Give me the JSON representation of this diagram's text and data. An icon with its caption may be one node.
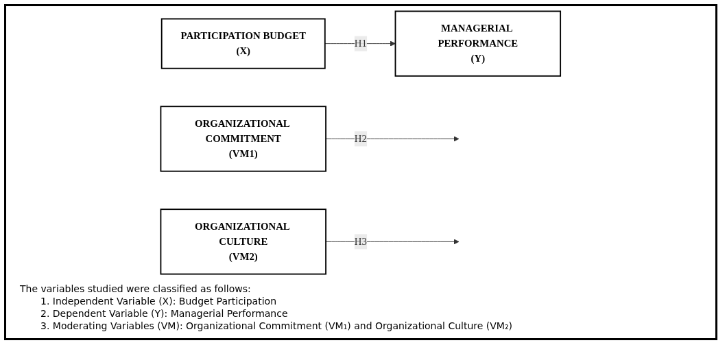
{
  "diagram": {
    "nodes": [
      {
        "text": [
          "PARTICIPATION BUDGET",
          "(X)"
        ]
      },
      {
        "text": [
          "MANAGERIAL PERFORMANCE",
          "(Y)"
        ]
      },
      {
        "text": [
          "ORGANIZATIONAL COMMITMENT",
          "(VM1)"
        ]
      },
      {
        "text": [
          "ORGANIZATIONAL CULTURE",
          "(VM2)"
        ]
      }
    ],
    "edges": [
      {
        "from": 0,
        "to": 1,
        "label": "H1",
        "arrow": "to"
      },
      {
        "from": 2,
        "to": null,
        "label": "H2",
        "arrow": "to"
      },
      {
        "from": 3,
        "to": null,
        "label": "H3",
        "arrow": "to"
      }
    ],
    "labels": [
      "The variables studied were classified as follows:",
      "1. Independent Variable (X): Budget Participation",
      "2. Dependent Variable (Y): Managerial Performance",
      "3. Moderating Variables (VM): Organizational Commitment (VM₁) and Organizational Culture (VM₂)"
    ]
  }
}
